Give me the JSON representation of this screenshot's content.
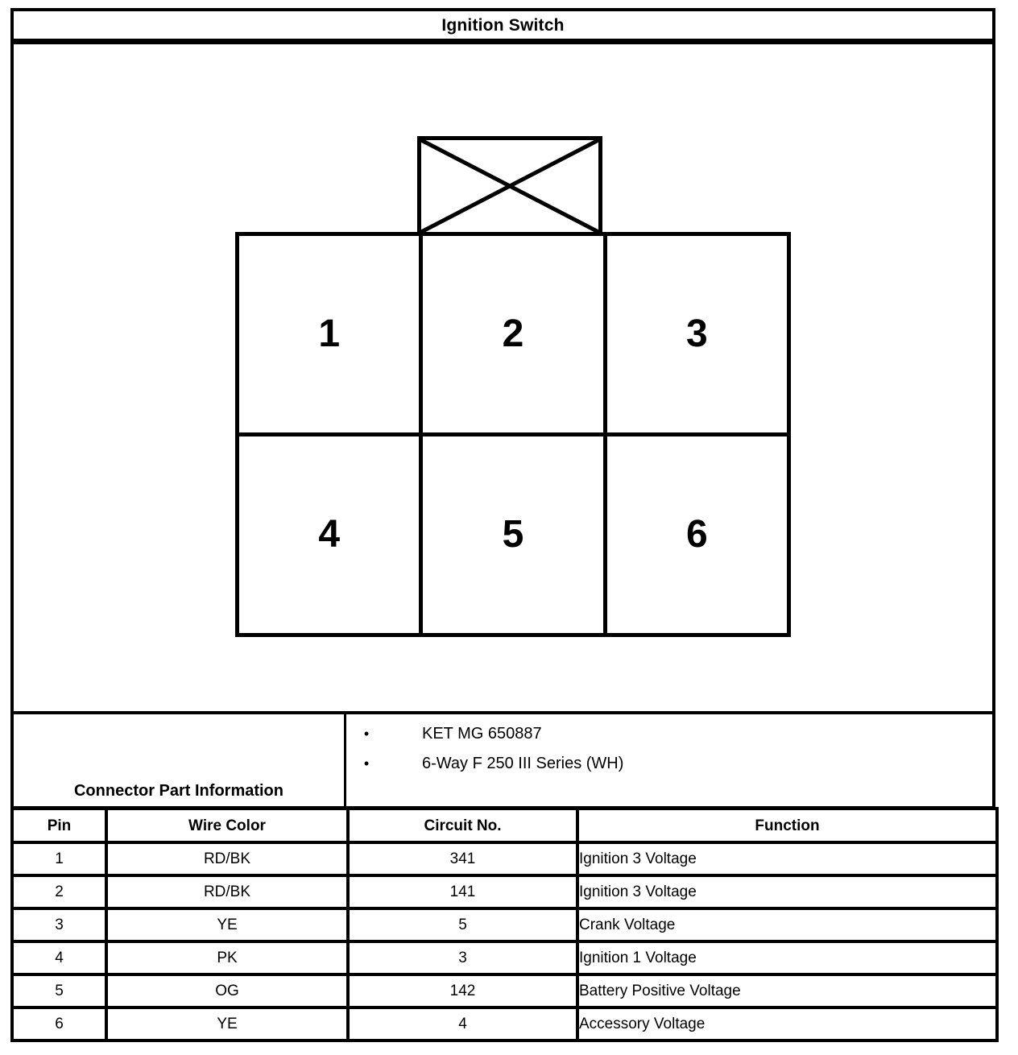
{
  "header": {
    "title": "Ignition Switch"
  },
  "connector_diagram": {
    "tab_icon": "x-cross-keyway",
    "rows": [
      [
        "1",
        "2",
        "3"
      ],
      [
        "4",
        "5",
        "6"
      ]
    ]
  },
  "connector_part_information": {
    "label": "Connector Part Information",
    "bullet": "•",
    "items": [
      "KET MG 650887",
      "6-Way F 250 III Series (WH)"
    ]
  },
  "pin_table": {
    "headers": [
      "Pin",
      "Wire Color",
      "Circuit No.",
      "Function"
    ],
    "rows": [
      {
        "pin": "1",
        "wire_color": "RD/BK",
        "circuit_no": "341",
        "function": "Ignition 3 Voltage"
      },
      {
        "pin": "2",
        "wire_color": "RD/BK",
        "circuit_no": "141",
        "function": "Ignition 3 Voltage"
      },
      {
        "pin": "3",
        "wire_color": "YE",
        "circuit_no": "5",
        "function": "Crank Voltage"
      },
      {
        "pin": "4",
        "wire_color": "PK",
        "circuit_no": "3",
        "function": "Ignition 1 Voltage"
      },
      {
        "pin": "5",
        "wire_color": "OG",
        "circuit_no": "142",
        "function": "Battery Positive Voltage"
      },
      {
        "pin": "6",
        "wire_color": "YE",
        "circuit_no": "4",
        "function": "Accessory Voltage"
      }
    ]
  },
  "colors": {
    "line": "#000000",
    "background": "#ffffff"
  }
}
